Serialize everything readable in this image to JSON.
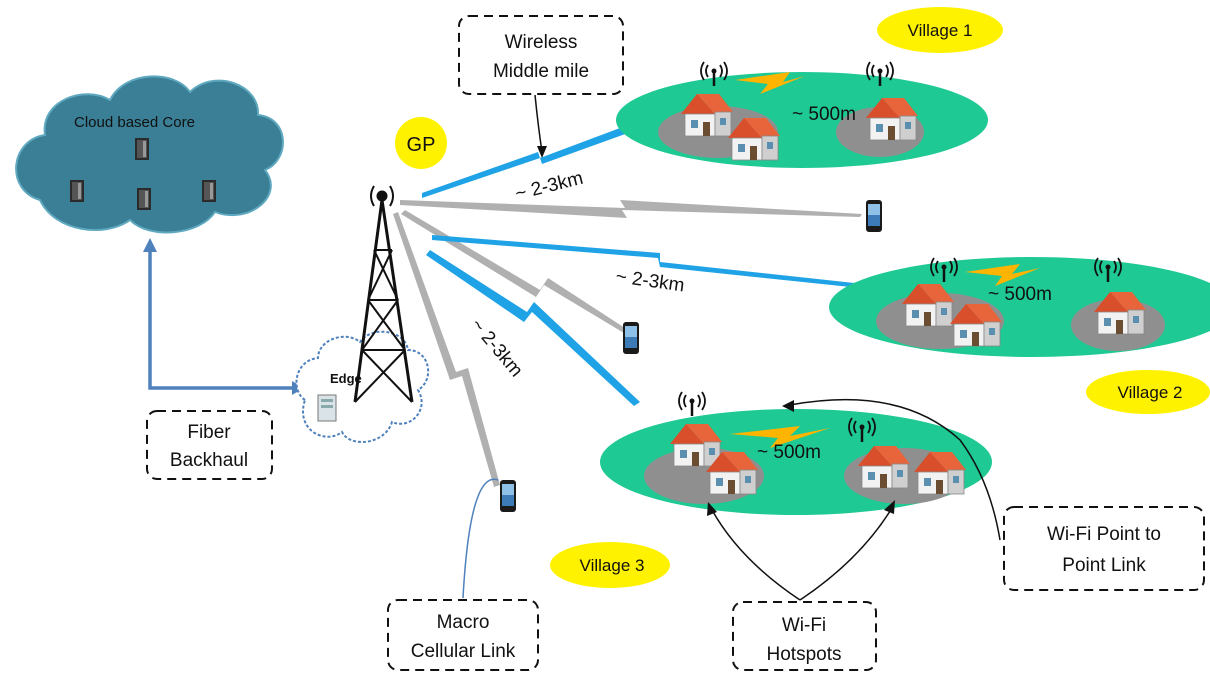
{
  "cloud": {
    "label": "Cloud based Core"
  },
  "edge": {
    "label": "Edge"
  },
  "gp": {
    "label": "GP"
  },
  "callouts": {
    "wireless_middle_mile": [
      "Wireless",
      "Middle mile"
    ],
    "fiber_backhaul": [
      "Fiber",
      "Backhaul"
    ],
    "macro_cellular_link": [
      "Macro",
      "Cellular Link"
    ],
    "wifi_hotspots": [
      "Wi-Fi",
      "Hotspots"
    ],
    "wifi_p2p": [
      "Wi-Fi Point to",
      "Point Link"
    ]
  },
  "villages": [
    {
      "label": "Village 1",
      "distance": "~ 500m"
    },
    {
      "label": "Village 2",
      "distance": "~ 500m"
    },
    {
      "label": "Village 3",
      "distance": "~ 500m"
    }
  ],
  "links": {
    "d1": "~ 2-3km",
    "d2": "~ 2-3km",
    "d3": "~ 2-3km"
  },
  "colors": {
    "cloud": "#3a7f96",
    "village": "#1ec993",
    "house_pad": "#8f8f8f",
    "blue_link": "#1fa3e6",
    "gray_link": "#b0b0b0",
    "orange_link": "#ffb400",
    "label_yellow": "#fff200",
    "fiber": "#4f81bd"
  }
}
